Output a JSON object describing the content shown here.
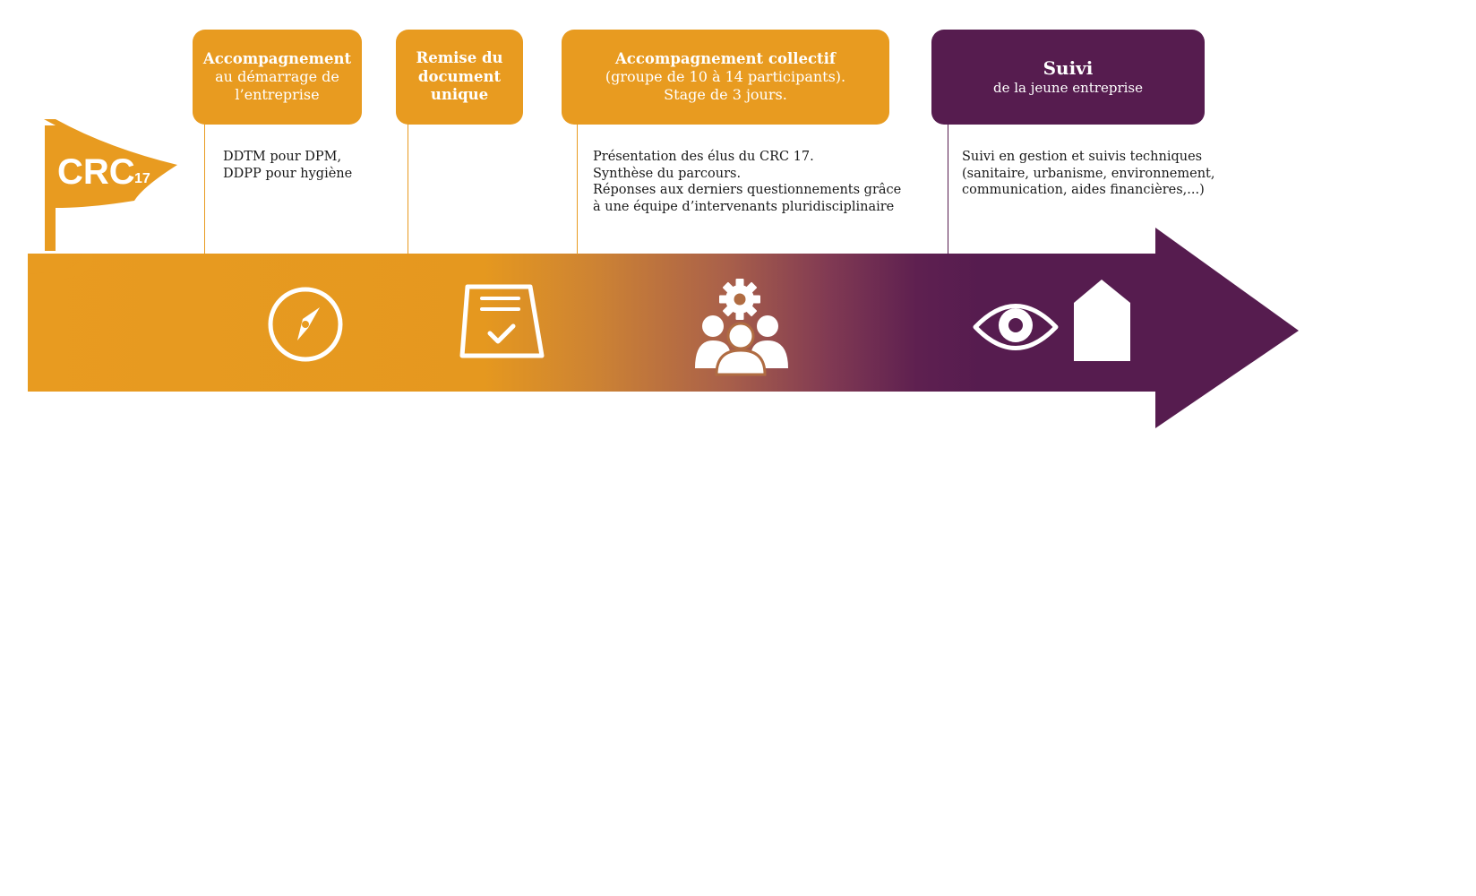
{
  "logo": {
    "text": "CRC",
    "number": "17",
    "color": "#E89B20"
  },
  "colors": {
    "orange": "#E89B20",
    "purple": "#561C4F",
    "white": "#FFFFFF"
  },
  "steps": [
    {
      "title": "Accompagnement",
      "subtitle_lines": [
        "au démarrage de",
        "l’entreprise"
      ],
      "description_lines": [
        "DDTM pour DPM,",
        "DDPP pour hygiène"
      ],
      "icon": "compass-icon",
      "color": "#E89B20"
    },
    {
      "title_lines": [
        "Remise du",
        "document",
        "unique"
      ],
      "description_lines": [],
      "icon": "checklist-document-icon",
      "color": "#E89B20"
    },
    {
      "title": "Accompagnement collectif",
      "subtitle_lines": [
        "(groupe de 10 à 14 participants).",
        "Stage de 3 jours."
      ],
      "description_lines": [
        "Présentation des élus du CRC 17.",
        "Synthèse du parcours.",
        "Réponses aux derniers questionnements grâce",
        "à une équipe d’intervenants pluridisciplinaire"
      ],
      "icon": "team-gear-icon",
      "color": "#E89B20"
    },
    {
      "title": "Suivi",
      "subtitle_lines": [
        "de la jeune entreprise"
      ],
      "description_lines": [
        "Suivi en gestion et suivis techniques",
        "(sanitaire, urbanisme, environnement,",
        "communication, aides financières,...)"
      ],
      "icons": [
        "eye-icon",
        "house-icon"
      ],
      "color": "#561C4F"
    }
  ]
}
